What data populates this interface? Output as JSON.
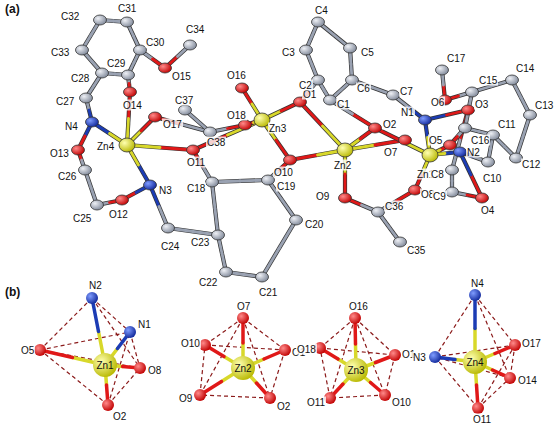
{
  "diagram": {
    "labels": [
      "(a)",
      "C32",
      "C31",
      "C33",
      "C30",
      "C34",
      "O15",
      "C29",
      "C28",
      "O14",
      "C27",
      "N4",
      "O13",
      "C26",
      "C25",
      "O12",
      "N3",
      "Zn4",
      "O17",
      "C37",
      "C38",
      "O11",
      "O18",
      "O16",
      "Zn3",
      "O1",
      "O10",
      "C18",
      "C19",
      "C24",
      "C23",
      "C20",
      "C22",
      "C21",
      "Zn2",
      "O2",
      "O9",
      "C36",
      "C35",
      "O8",
      "Zn1",
      "O7",
      "N1",
      "C7",
      "C6",
      "C1",
      "C2",
      "C3",
      "C4",
      "C5",
      "O6",
      "C17",
      "C15",
      "C14",
      "C13",
      "C11",
      "C12",
      "C16",
      "O3",
      "O5",
      "N2",
      "C10",
      "C8",
      "C9",
      "O4",
      "(b)",
      "N2",
      "N1",
      "O5",
      "Zn1",
      "O8",
      "O2",
      "O7",
      "O10",
      "Zn2",
      "O1",
      "O9",
      "O2",
      "O16",
      "O18",
      "Zn3",
      "O1",
      "O11",
      "O10",
      "N4",
      "N3",
      "Zn4",
      "O17",
      "O14",
      "O11"
    ]
  }
}
